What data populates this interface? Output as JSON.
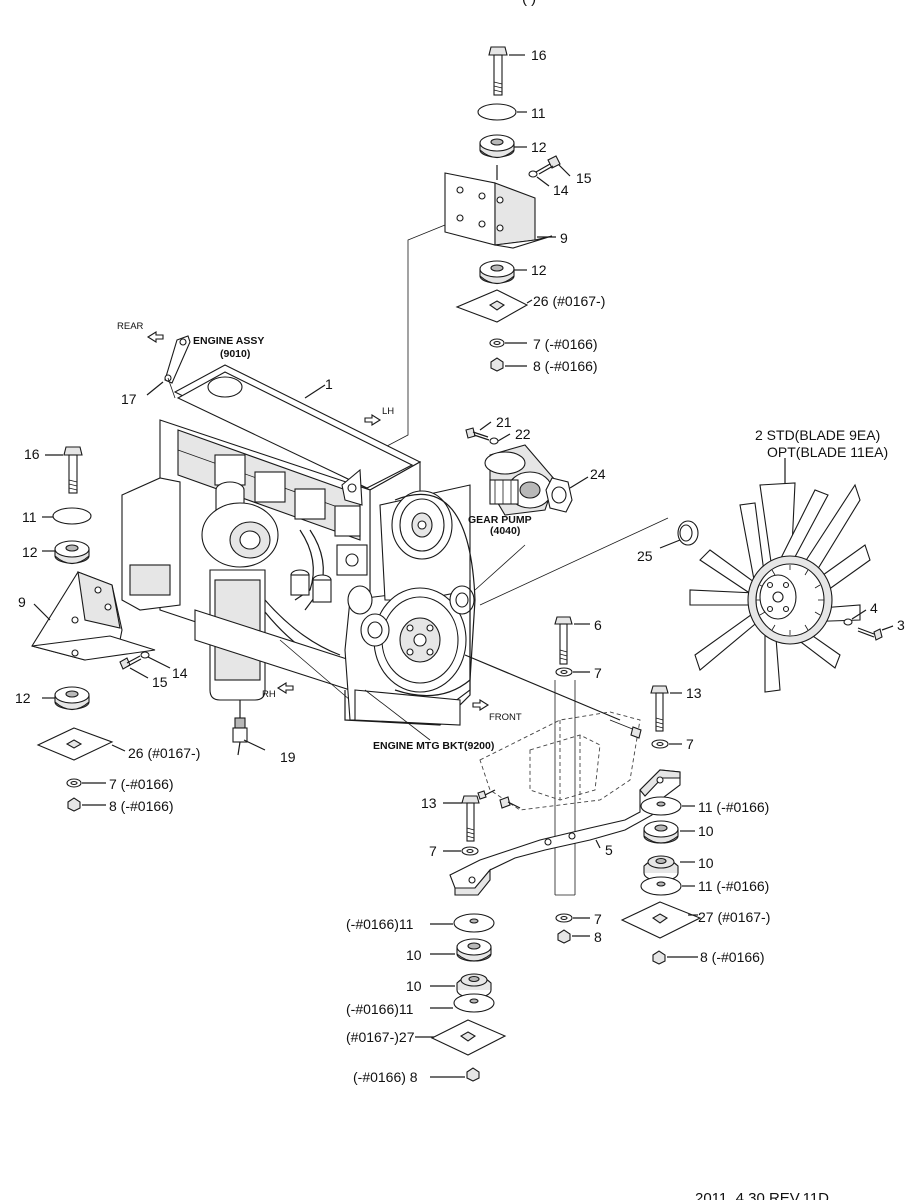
{
  "header_fragment": "(         )",
  "footer": "2011. 4.30  REV.11D",
  "assembly_labels": {
    "engine_assy": "ENGINE ASSY",
    "engine_assy_ref": "(9010)",
    "gear_pump": "GEAR PUMP",
    "gear_pump_ref": "(4040)",
    "engine_mtg_bkt": "ENGINE MTG BKT(9200)"
  },
  "direction_labels": {
    "rear": "REAR",
    "lh": "LH",
    "rh": "RH",
    "front": "FRONT"
  },
  "fan_labels": {
    "std": "2 STD(BLADE 9EA)",
    "opt": "OPT(BLADE 11EA)"
  },
  "callouts": {
    "c1": "1",
    "c3": "3",
    "c4": "4",
    "c5": "5",
    "c9_top": "9",
    "c9_left": "9",
    "c17": "17",
    "c19": "19",
    "c21": "21",
    "c22": "22",
    "c24": "24",
    "c25": "25",
    "t16": "16",
    "t11": "11",
    "t12a": "12",
    "t15": "15",
    "t14": "14",
    "t12b": "12",
    "t26": "26 (#0167-)",
    "t7": "7 (-#0166)",
    "t8": "8 (-#0166)",
    "l16": "16",
    "l11": "11",
    "l12a": "12",
    "l15": "15",
    "l14": "14",
    "l12b": "12",
    "l26": "26 (#0167-)",
    "l7": "7 (-#0166)",
    "l8": "8 (-#0166)",
    "m6": "6",
    "m7a": "7",
    "m7b": "7",
    "m8": "8",
    "r13": "13",
    "r7": "7",
    "r11a": "11 (-#0166)",
    "r10a": "10",
    "r10b": "10",
    "r11b": "11 (-#0166)",
    "r27": "27 (#0167-)",
    "r8": "8 (-#0166)",
    "b13": "13",
    "b7": "7",
    "b11a": "(-#0166)11",
    "b10a": "10",
    "b10b": "10",
    "b11b": "(-#0166)11",
    "b27": "(#0167-)27",
    "b8": "(-#0166) 8"
  }
}
